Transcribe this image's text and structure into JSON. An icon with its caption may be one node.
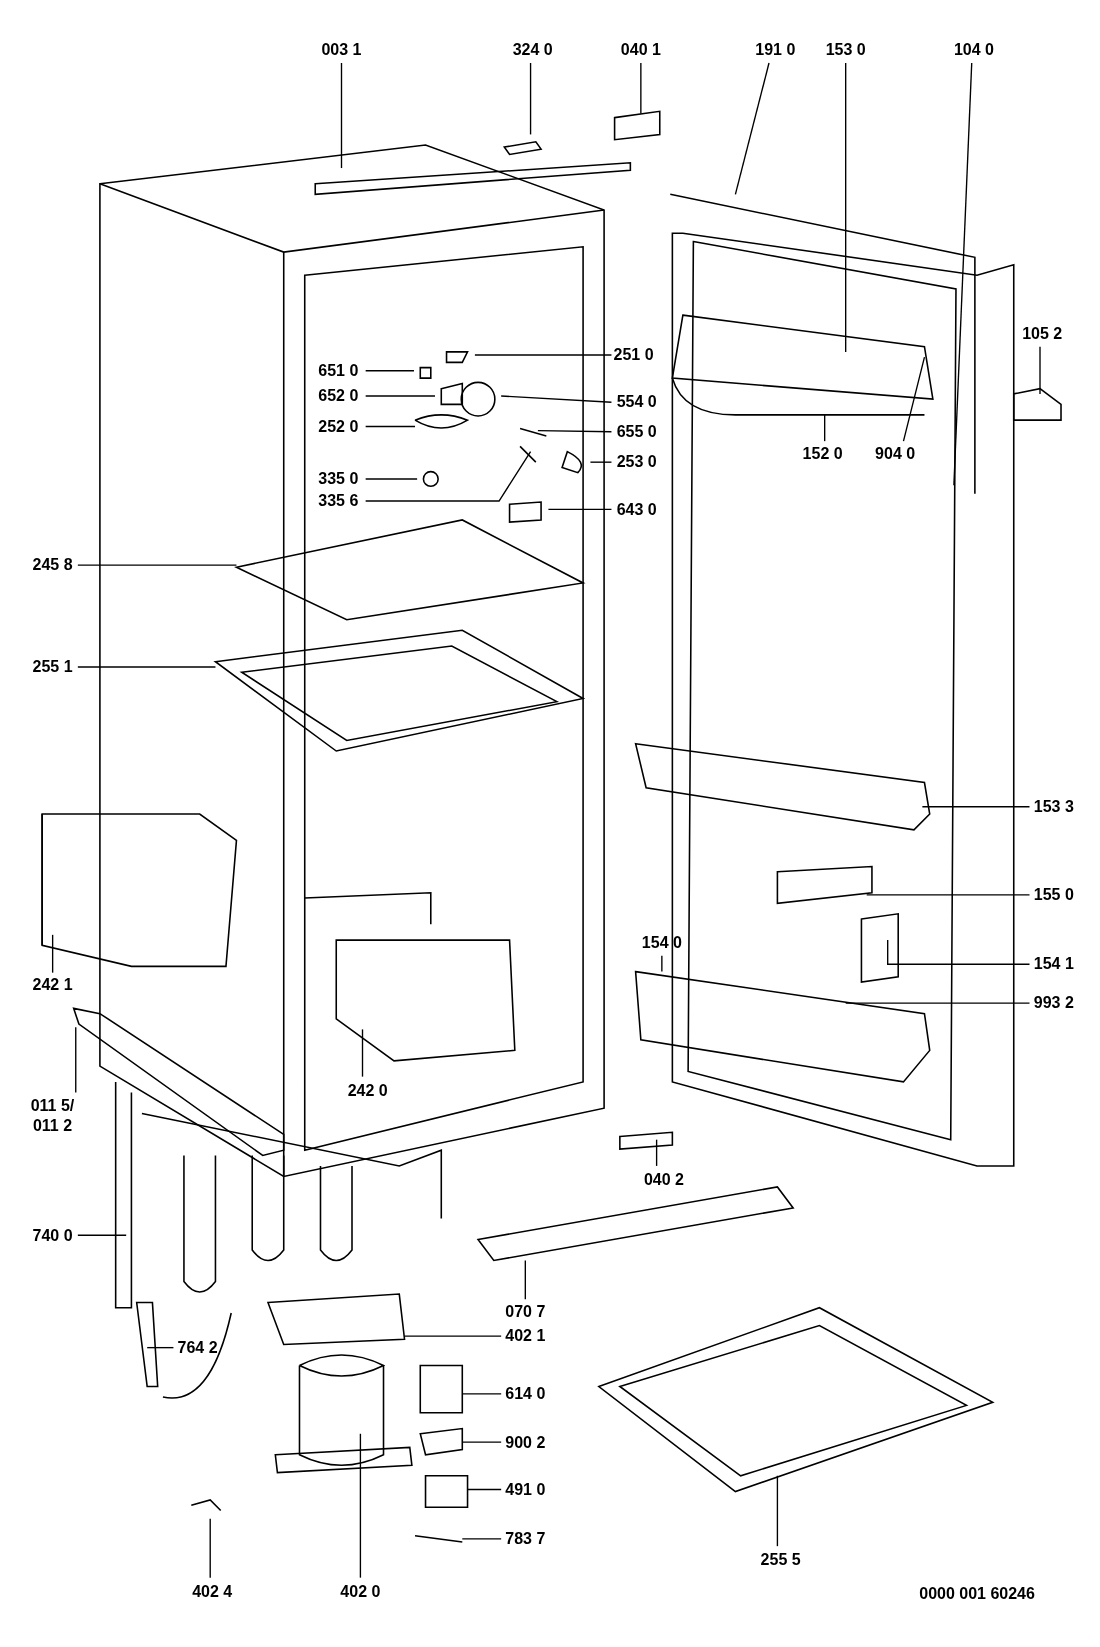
{
  "diagram": {
    "nodes": [
      {
        "text": [
          "003 1"
        ]
      },
      {
        "text": [
          "324 0"
        ]
      },
      {
        "text": [
          "040 1"
        ]
      },
      {
        "text": [
          "191 0"
        ]
      },
      {
        "text": [
          "153 0"
        ]
      },
      {
        "text": [
          "104 0"
        ]
      },
      {
        "text": [
          "105 2"
        ]
      },
      {
        "text": [
          "251 0"
        ]
      },
      {
        "text": [
          "651 0"
        ]
      },
      {
        "text": [
          "652 0"
        ]
      },
      {
        "text": [
          "554 0"
        ]
      },
      {
        "text": [
          "252 0"
        ]
      },
      {
        "text": [
          "655 0"
        ]
      },
      {
        "text": [
          "253 0"
        ]
      },
      {
        "text": [
          "335 0"
        ]
      },
      {
        "text": [
          "335 6"
        ]
      },
      {
        "text": [
          "152 0"
        ]
      },
      {
        "text": [
          "904 0"
        ]
      },
      {
        "text": [
          "643 0"
        ]
      },
      {
        "text": [
          "245 8"
        ]
      },
      {
        "text": [
          "255 1"
        ]
      },
      {
        "text": [
          "153 3"
        ]
      },
      {
        "text": [
          "155 0"
        ]
      },
      {
        "text": [
          "242 1"
        ]
      },
      {
        "text": [
          "154 0"
        ]
      },
      {
        "text": [
          "154 1"
        ]
      },
      {
        "text": [
          "993 2"
        ]
      },
      {
        "text": [
          "242 0"
        ]
      },
      {
        "text": [
          "011 5/ 011 2"
        ]
      },
      {
        "text": [
          "040 2"
        ]
      },
      {
        "text": [
          "740 0"
        ]
      },
      {
        "text": [
          "070 7"
        ]
      },
      {
        "text": [
          "402 1"
        ]
      },
      {
        "text": [
          "764 2"
        ]
      },
      {
        "text": [
          "614 0"
        ]
      },
      {
        "text": [
          "900 2"
        ]
      },
      {
        "text": [
          "491 0"
        ]
      },
      {
        "text": [
          "783 7"
        ]
      },
      {
        "text": [
          "402 4"
        ]
      },
      {
        "text": [
          "402 0"
        ]
      },
      {
        "text": [
          "255 5"
        ]
      }
    ],
    "edges": [
      {
        "from": 0,
        "to": null,
        "arrow": "none"
      },
      {
        "from": 1,
        "to": null,
        "arrow": "none"
      },
      {
        "from": 2,
        "to": null,
        "arrow": "none"
      },
      {
        "from": 3,
        "to": null,
        "arrow": "none"
      },
      {
        "from": 4,
        "to": null,
        "arrow": "none"
      },
      {
        "from": 5,
        "to": null,
        "arrow": "none"
      },
      {
        "from": 6,
        "to": null,
        "arrow": "none"
      },
      {
        "from": 7,
        "to": null,
        "arrow": "none"
      },
      {
        "from": 8,
        "to": null,
        "arrow": "none"
      },
      {
        "from": 9,
        "to": null,
        "arrow": "none"
      },
      {
        "from": 10,
        "to": null,
        "arrow": "none"
      },
      {
        "from": 11,
        "to": null,
        "arrow": "none"
      },
      {
        "from": 12,
        "to": null,
        "arrow": "none"
      },
      {
        "from": 13,
        "to": null,
        "arrow": "none"
      },
      {
        "from": 14,
        "to": null,
        "arrow": "none"
      },
      {
        "from": 15,
        "to": null,
        "arrow": "none"
      },
      {
        "from": 16,
        "to": null,
        "arrow": "none"
      },
      {
        "from": 17,
        "to": null,
        "arrow": "none"
      },
      {
        "from": 18,
        "to": null,
        "arrow": "none"
      },
      {
        "from": 19,
        "to": null,
        "arrow": "none"
      },
      {
        "from": 20,
        "to": null,
        "arrow": "none"
      },
      {
        "from": 21,
        "to": null,
        "arrow": "none"
      },
      {
        "from": 22,
        "to": null,
        "arrow": "none"
      },
      {
        "from": 23,
        "to": null,
        "arrow": "none"
      },
      {
        "from": 24,
        "to": null,
        "arrow": "none"
      },
      {
        "from": 25,
        "to": null,
        "arrow": "none"
      },
      {
        "from": 26,
        "to": null,
        "arrow": "none"
      },
      {
        "from": 27,
        "to": null,
        "arrow": "none"
      },
      {
        "from": 28,
        "to": null,
        "arrow": "none"
      },
      {
        "from": 29,
        "to": null,
        "arrow": "none"
      },
      {
        "from": 30,
        "to": null,
        "arrow": "none"
      },
      {
        "from": 31,
        "to": null,
        "arrow": "none"
      },
      {
        "from": 32,
        "to": null,
        "arrow": "none"
      },
      {
        "from": 33,
        "to": null,
        "arrow": "none"
      },
      {
        "from": 34,
        "to": null,
        "arrow": "none"
      },
      {
        "from": 35,
        "to": null,
        "arrow": "none"
      },
      {
        "from": 36,
        "to": null,
        "arrow": "none"
      },
      {
        "from": 37,
        "to": null,
        "arrow": "none"
      },
      {
        "from": 38,
        "to": null,
        "arrow": "none"
      },
      {
        "from": 39,
        "to": null,
        "arrow": "none"
      },
      {
        "from": 40,
        "to": null,
        "arrow": "none"
      }
    ],
    "labels": [
      "0000 001 60246"
    ]
  }
}
